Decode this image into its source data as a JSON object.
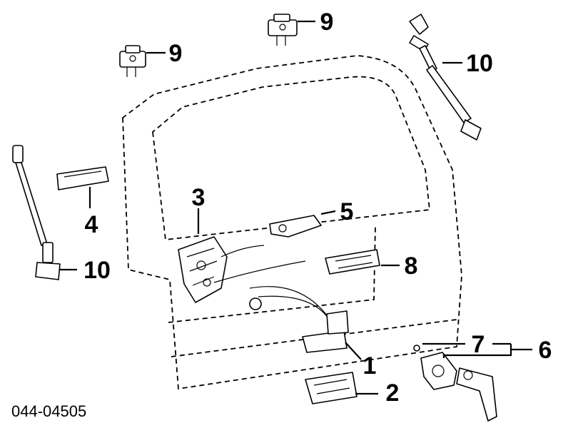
{
  "diagram": {
    "part_number": "044-04505",
    "callouts": [
      {
        "key": "c1",
        "label": "1"
      },
      {
        "key": "c2",
        "label": "2"
      },
      {
        "key": "c3",
        "label": "3"
      },
      {
        "key": "c4",
        "label": "4"
      },
      {
        "key": "c5",
        "label": "5"
      },
      {
        "key": "c6",
        "label": "6"
      },
      {
        "key": "c7",
        "label": "7"
      },
      {
        "key": "c8",
        "label": "8"
      },
      {
        "key": "c9a",
        "label": "9"
      },
      {
        "key": "c9b",
        "label": "9"
      },
      {
        "key": "c10a",
        "label": "10"
      },
      {
        "key": "c10b",
        "label": "10"
      }
    ]
  }
}
